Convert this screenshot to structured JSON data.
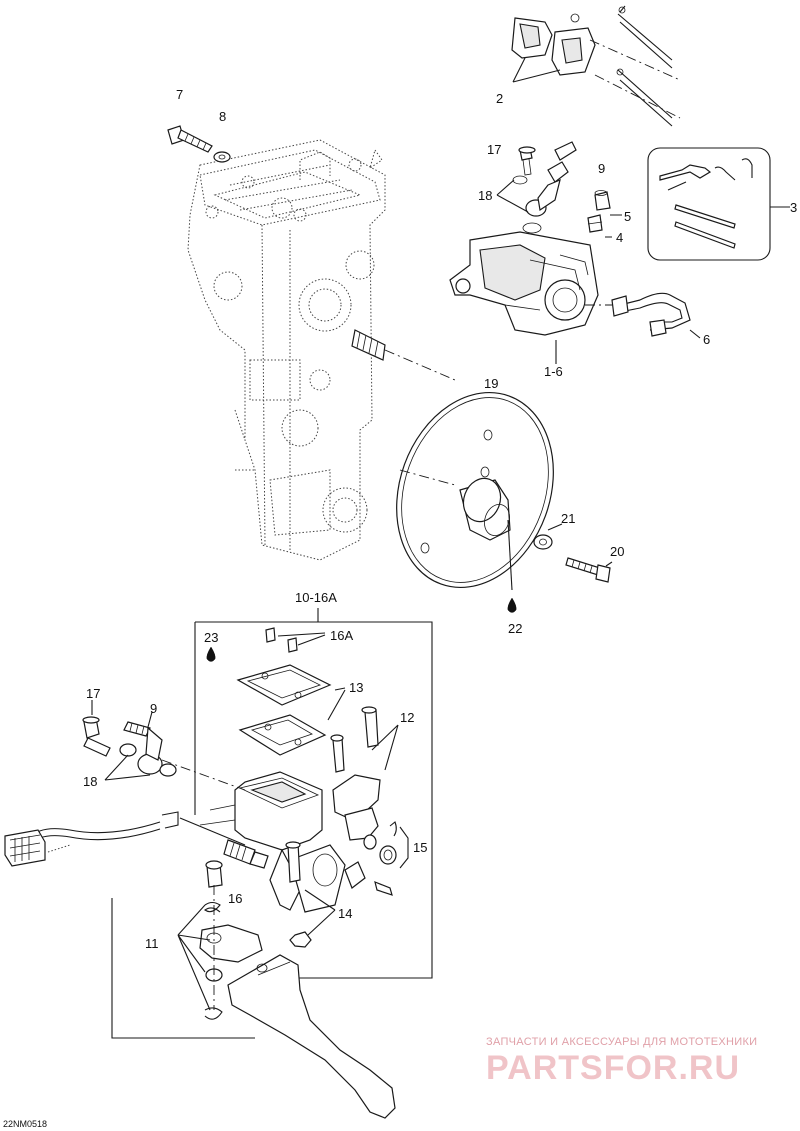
{
  "labels": {
    "l2": "2",
    "l3": "3",
    "l4": "4",
    "l5": "5",
    "l6": "6",
    "l1_6": "1-6",
    "l7": "7",
    "l8": "8",
    "l9_top": "9",
    "l17_top": "17",
    "l18_top": "18",
    "l19": "19",
    "l20": "20",
    "l21": "21",
    "l22": "22",
    "l10_16A": "10-16A",
    "l23": "23",
    "l16A": "16A",
    "l13": "13",
    "l12": "12",
    "l17_bot": "17",
    "l9_bot": "9",
    "l18_bot": "18",
    "l15": "15",
    "l16": "16",
    "l14": "14",
    "l11": "11"
  },
  "code": "22NM0518",
  "watermark": {
    "line1": "ЗАПЧАСТИ И АКСЕССУАРЫ ДЛЯ МОТОТЕХНИКИ",
    "line2": "PARTSFOR.RU"
  },
  "icons": [
    "oil-drop-icon",
    "oil-drop-icon"
  ]
}
